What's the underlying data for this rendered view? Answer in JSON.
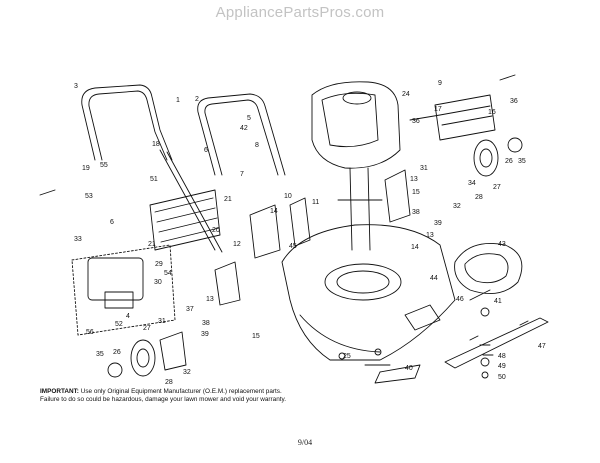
{
  "watermark": "AppliancePartsPros.com",
  "notice": {
    "lead": "IMPORTANT:",
    "body": "Use only Original Equipment Manufacturer (O.E.M.) replacement parts. Failure to do so could be hazardous, damage your lawn mower and void your warranty."
  },
  "footer_date": "9/04",
  "callouts": [
    "1",
    "2",
    "3",
    "4",
    "5",
    "6",
    "7",
    "8",
    "9",
    "10",
    "11",
    "12",
    "13",
    "14",
    "15",
    "16",
    "17",
    "18",
    "19",
    "20",
    "21",
    "24",
    "25",
    "26",
    "27",
    "28",
    "29",
    "30",
    "31",
    "32",
    "33",
    "34",
    "35",
    "36",
    "37",
    "38",
    "39",
    "40",
    "41",
    "42",
    "43",
    "44",
    "45",
    "46",
    "47",
    "48",
    "49",
    "50",
    "51",
    "52",
    "53",
    "54",
    "55",
    "56"
  ],
  "colors": {
    "line": "#111111",
    "watermark": "#c3c3c3"
  }
}
